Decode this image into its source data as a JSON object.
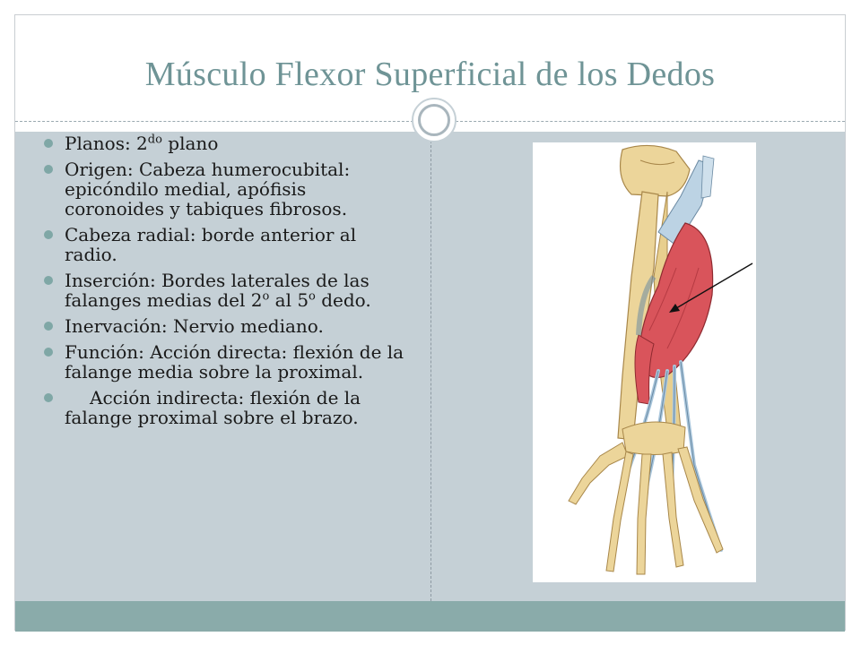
{
  "slide": {
    "title": "Músculo Flexor Superficial de los Dedos",
    "bullets": [
      {
        "pre": "Planos: 2",
        "sup": "do",
        "post": " plano"
      },
      {
        "text": "Origen: Cabeza humerocubital: epicóndilo medial, apófisis coronoides y tabiques fibrosos."
      },
      {
        "text": "Cabeza radial: borde anterior al radio."
      },
      {
        "pre": "Inserción: Bordes laterales de las falanges medias del 2",
        "sup": "o",
        "mid": " al 5",
        "sup2": "o",
        "post": " dedo."
      },
      {
        "text": "Inervación: Nervio mediano."
      },
      {
        "text": "Función: Acción directa: flexión de la falange media sobre la proximal."
      },
      {
        "text": "Acción indirecta: flexión de la falange proximal sobre el brazo."
      }
    ]
  },
  "colors": {
    "title": "#6f9496",
    "body_band": "#c5d0d6",
    "footer": "#8aabaa",
    "bullet": "#7fa7a6",
    "muscle": "#d9545b",
    "tendon": "#b8cfe0",
    "bone": "#ecd59a"
  },
  "figure": {
    "icon": "forearm-anatomy-illustration",
    "pointer": "arrow-icon"
  }
}
